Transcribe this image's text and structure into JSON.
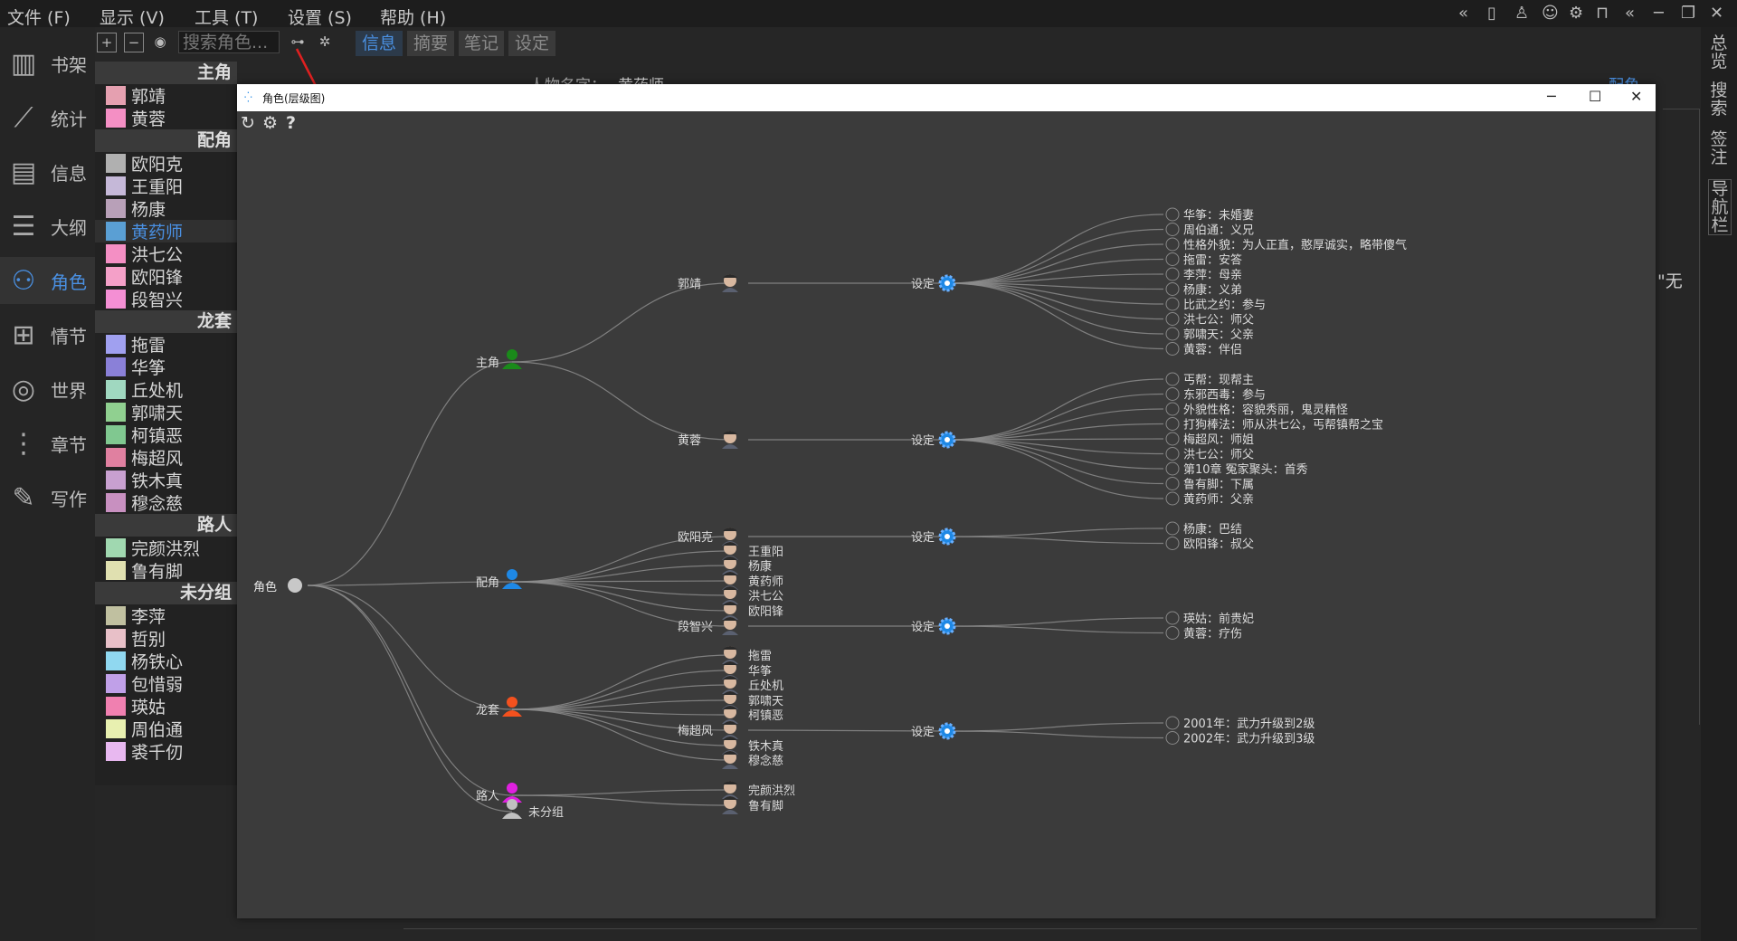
{
  "menu": {
    "file": "文件 (F)",
    "view": "显示 (V)",
    "tools": "工具 (T)",
    "settings": "设置 (S)",
    "help": "帮助 (H)"
  },
  "nav": [
    {
      "label": "书架"
    },
    {
      "label": "统计"
    },
    {
      "label": "信息"
    },
    {
      "label": "大纲"
    },
    {
      "label": "角色"
    },
    {
      "label": "情节"
    },
    {
      "label": "世界"
    },
    {
      "label": "章节"
    },
    {
      "label": "写作"
    }
  ],
  "search": {
    "placeholder": "搜索角色..."
  },
  "tabs": [
    "信息",
    "摘要",
    "笔记",
    "设定"
  ],
  "groups": [
    {
      "name": "主角",
      "chars": [
        {
          "name": "郭靖",
          "color": "#e5a0b0"
        },
        {
          "name": "黄蓉",
          "color": "#f48fc4"
        }
      ]
    },
    {
      "name": "配角",
      "chars": [
        {
          "name": "欧阳克",
          "color": "#b0b0b0"
        },
        {
          "name": "王重阳",
          "color": "#c5b8d8"
        },
        {
          "name": "杨康",
          "color": "#b8a0b8"
        },
        {
          "name": "黄药师",
          "color": "#5a9fd4",
          "selected": true
        },
        {
          "name": "洪七公",
          "color": "#f48fc4"
        },
        {
          "name": "欧阳锋",
          "color": "#f4a0c8"
        },
        {
          "name": "段智兴",
          "color": "#f48fd4"
        }
      ]
    },
    {
      "name": "龙套",
      "chars": [
        {
          "name": "拖雷",
          "color": "#a0a0f0"
        },
        {
          "name": "华筝",
          "color": "#8a80d8"
        },
        {
          "name": "丘处机",
          "color": "#a0d8c0"
        },
        {
          "name": "郭啸天",
          "color": "#90d090"
        },
        {
          "name": "柯镇恶",
          "color": "#80c890"
        },
        {
          "name": "梅超风",
          "color": "#e080a0"
        },
        {
          "name": "铁木真",
          "color": "#c8a0d0"
        },
        {
          "name": "穆念慈",
          "color": "#c890c0"
        }
      ]
    },
    {
      "name": "路人",
      "chars": [
        {
          "name": "完颜洪烈",
          "color": "#a0d8b0"
        },
        {
          "name": "鲁有脚",
          "color": "#e0e0b0"
        }
      ]
    },
    {
      "name": "未分组",
      "chars": [
        {
          "name": "李萍",
          "color": "#c0c0a0"
        },
        {
          "name": "哲别",
          "color": "#e8c0c8"
        },
        {
          "name": "杨铁心",
          "color": "#90d8f0"
        },
        {
          "name": "包惜弱",
          "color": "#c0a0e8"
        },
        {
          "name": "瑛姑",
          "color": "#f080b0"
        },
        {
          "name": "周伯通",
          "color": "#e8f0b0"
        },
        {
          "name": "裘千仞",
          "color": "#e8b8f0"
        }
      ]
    }
  ],
  "rightbar": [
    "总览",
    "搜索",
    "签注",
    "导航栏"
  ],
  "bg_form": {
    "name_label": "人物名字：",
    "name_value": "黄药师",
    "role": "配角",
    "quote": "\"无"
  },
  "dialog": {
    "title": "角色(层级图)",
    "min": "─",
    "max": "☐",
    "close": "✕"
  },
  "graph": {
    "root": "角色",
    "groups": [
      {
        "key": "g1",
        "name": "主角",
        "color": "#1a8a1a"
      },
      {
        "key": "g2",
        "name": "配角",
        "color": "#1e88e5"
      },
      {
        "key": "g3",
        "name": "龙套",
        "color": "#f4511e"
      },
      {
        "key": "g4",
        "name": "路人",
        "color": "#e020e0"
      },
      {
        "key": "g5",
        "name": "未分组",
        "color": "#c0c0c0"
      }
    ],
    "characters": [
      {
        "name": "郭靖",
        "group": "g1",
        "labelLeft": true
      },
      {
        "name": "黄蓉",
        "group": "g1",
        "labelLeft": true
      },
      {
        "name": "欧阳克",
        "group": "g2",
        "labelLeft": true
      },
      {
        "name": "王重阳",
        "group": "g2"
      },
      {
        "name": "杨康",
        "group": "g2"
      },
      {
        "name": "黄药师",
        "group": "g2"
      },
      {
        "name": "洪七公",
        "group": "g2"
      },
      {
        "name": "欧阳锋",
        "group": "g2"
      },
      {
        "name": "段智兴",
        "group": "g2",
        "labelLeft": true
      },
      {
        "name": "拖雷",
        "group": "g3"
      },
      {
        "name": "华筝",
        "group": "g3"
      },
      {
        "name": "丘处机",
        "group": "g3"
      },
      {
        "name": "郭啸天",
        "group": "g3"
      },
      {
        "name": "柯镇恶",
        "group": "g3"
      },
      {
        "name": "梅超风",
        "group": "g3",
        "labelLeft": true
      },
      {
        "name": "铁木真",
        "group": "g3"
      },
      {
        "name": "穆念慈",
        "group": "g3"
      },
      {
        "name": "完颜洪烈",
        "group": "g4"
      },
      {
        "name": "鲁有脚",
        "group": "g4"
      }
    ],
    "settings_label": "设定",
    "settings": [
      {
        "char": "郭靖",
        "items": [
          "华筝：未婚妻",
          "周伯通：义兄",
          "性格外貌：为人正直，憨厚诚实，略带傻气",
          "拖雷：安答",
          "李萍：母亲",
          "杨康：义弟",
          "比武之约：参与",
          "洪七公：师父",
          "郭啸天：父亲",
          "黄蓉：伴侣"
        ]
      },
      {
        "char": "黄蓉",
        "items": [
          "丐帮：现帮主",
          "东邪西毒：参与",
          "外貌性格：容貌秀丽，鬼灵精怪",
          "打狗棒法：师从洪七公，丐帮镇帮之宝",
          "梅超风：师姐",
          "洪七公：师父",
          "第10章 冤家聚头：首秀",
          "鲁有脚：下属",
          "黄药师：父亲"
        ]
      },
      {
        "char": "欧阳克",
        "items": [
          "杨康：巴结",
          "欧阳锋：叔父"
        ]
      },
      {
        "char": "段智兴",
        "items": [
          "瑛姑：前贵妃",
          "黄蓉：疗伤"
        ]
      },
      {
        "char": "梅超风",
        "items": [
          "2001年：武力升级到2级",
          "2002年：武力升级到3级"
        ]
      }
    ]
  }
}
